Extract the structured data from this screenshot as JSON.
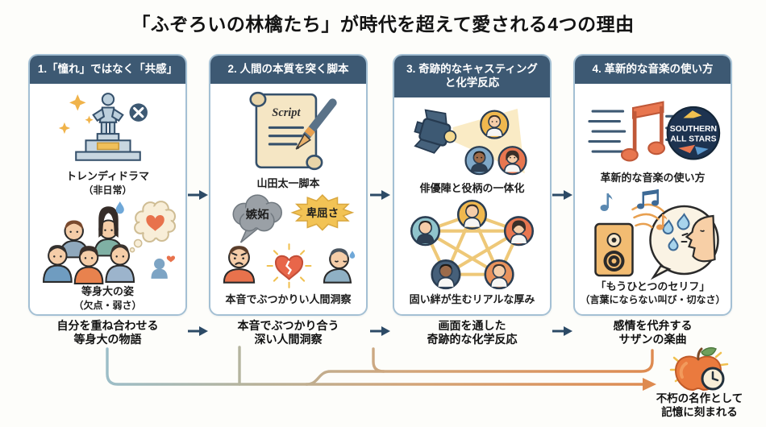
{
  "title": "「ふぞろいの林檎たち」が時代を超えて愛される4つの理由",
  "cards": [
    {
      "header": "1.「憧れ」ではなく「共感」",
      "caption_top_1": "トレンディドラマ",
      "caption_top_2": "（非日常）",
      "caption_bottom_1": "等身大の姿",
      "caption_bottom_2": "（欠点・弱さ）",
      "summary_1": "自分を重ね合わせる",
      "summary_2": "等身大の物語"
    },
    {
      "header": "2. 人間の本質を突く脚本",
      "scroll_label": "Script",
      "caption_top_1": "山田太一脚本",
      "bubble_left": "嫉妬",
      "bubble_right": "卑屈さ",
      "caption_bottom_1": "本音でぶつかりい人間洞察",
      "summary_1": "本音でぶつかり合う",
      "summary_2": "深い人間洞察"
    },
    {
      "header": "3. 奇跡的なキャスティング",
      "header_2": "と化学反応",
      "caption_top_1": "俳優陣と役柄の一体化",
      "caption_bottom_1": "固い絆が生むリアルな厚み",
      "summary_1": "画面を通した",
      "summary_2": "奇跡的な化学反応"
    },
    {
      "header": "4. 革新的な音楽の使い方",
      "badge_line1": "SOUTHERN",
      "badge_line2": "ALL STARS",
      "caption_top_1": "革新的な音楽の使い方",
      "caption_bottom_1": "「もうひとつのセリフ」",
      "caption_bottom_2": "（言葉にならない叫び・切なさ）",
      "summary_1": "感情を代弁する",
      "summary_2": "サザンの楽曲"
    }
  ],
  "conclusion": {
    "line1": "不朽の名作として",
    "line2": "記憶に刻まれる"
  },
  "colors": {
    "header_bg": "#3d5973",
    "card_border": "#a4c0d4",
    "arrow_blue": "#2c4a66",
    "flow_blue": "#96c0d2",
    "flow_orange": "#de8a50",
    "badge_navy": "#1d3350",
    "starburst_yellow": "#f2c355",
    "bubble_gray": "#9aa0a6",
    "apple_orange": "#ea7a3e"
  }
}
